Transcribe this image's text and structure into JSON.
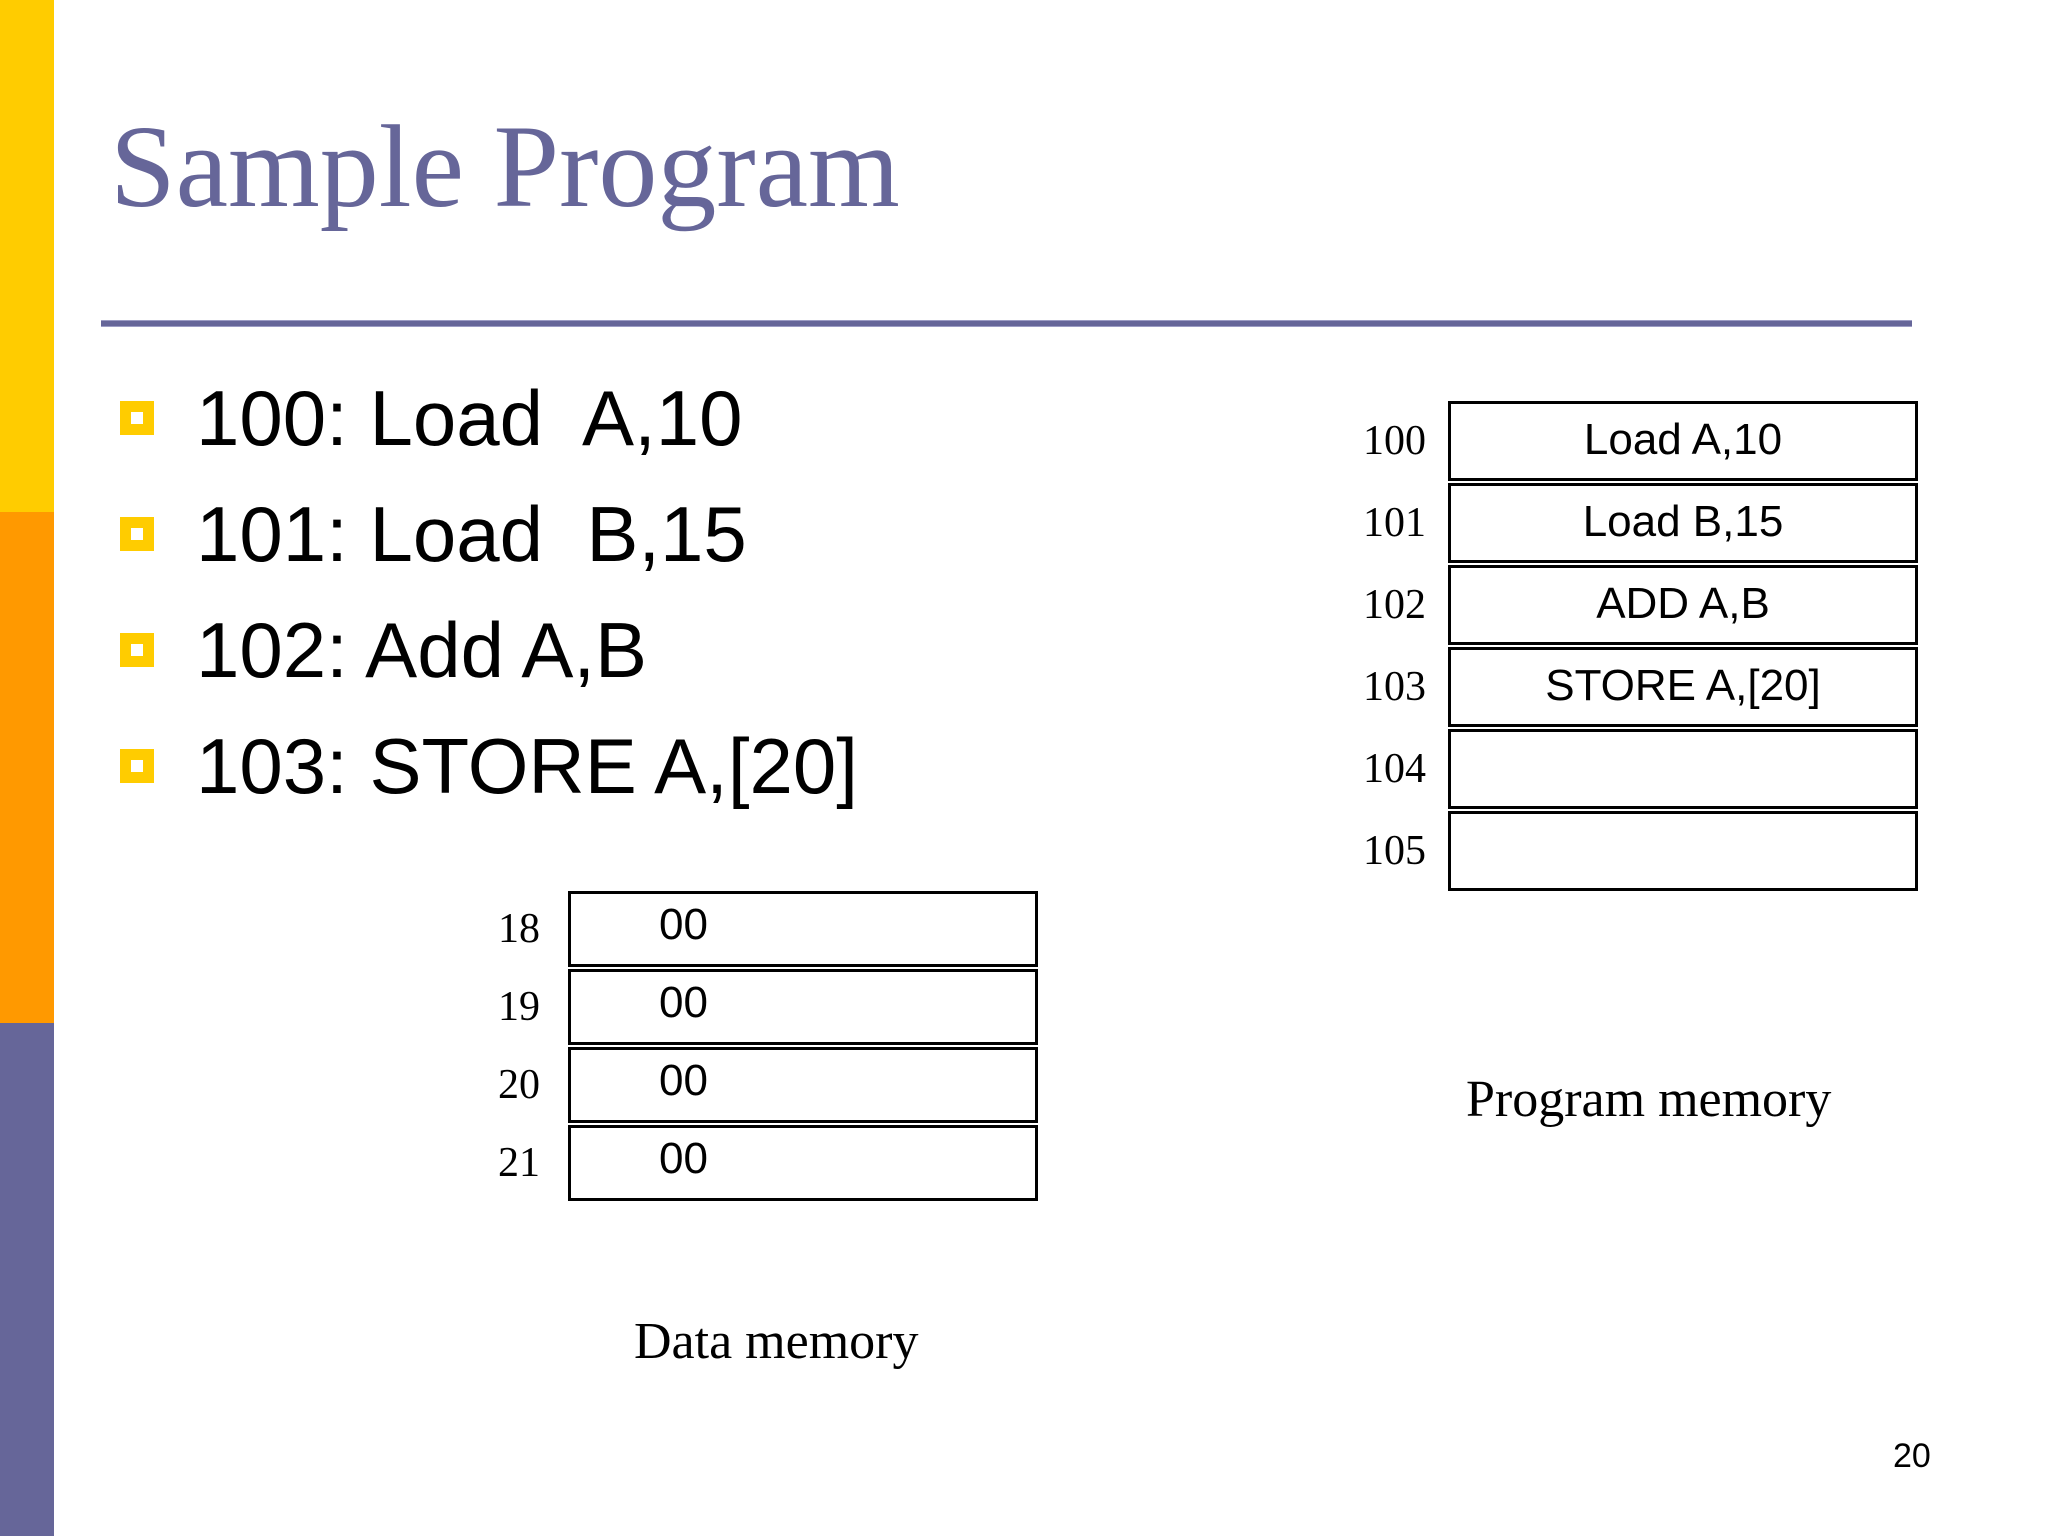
{
  "slide": {
    "title": "Sample Program",
    "page_number": "20",
    "accent_color": "#666699",
    "band_colors": [
      "#ffcc00",
      "#ff9900",
      "#666699"
    ]
  },
  "bullets": [
    {
      "marker": "square-bullet",
      "text": "100: Load  A,10"
    },
    {
      "marker": "square-bullet",
      "text": "101: Load  B,15"
    },
    {
      "marker": "square-bullet",
      "text": "102: Add A,B"
    },
    {
      "marker": "square-bullet",
      "text": "103: STORE A,[20]"
    }
  ],
  "program_memory": {
    "caption": "Program memory",
    "rows": [
      {
        "address": "100",
        "value": "Load A,10"
      },
      {
        "address": "101",
        "value": "Load B,15"
      },
      {
        "address": "102",
        "value": "ADD A,B"
      },
      {
        "address": "103",
        "value": "STORE A,[20]"
      },
      {
        "address": "104",
        "value": ""
      },
      {
        "address": "105",
        "value": ""
      }
    ]
  },
  "data_memory": {
    "caption": "Data memory",
    "rows": [
      {
        "address": "18",
        "value": "00"
      },
      {
        "address": "19",
        "value": "00"
      },
      {
        "address": "20",
        "value": "00"
      },
      {
        "address": "21",
        "value": "00"
      }
    ]
  }
}
